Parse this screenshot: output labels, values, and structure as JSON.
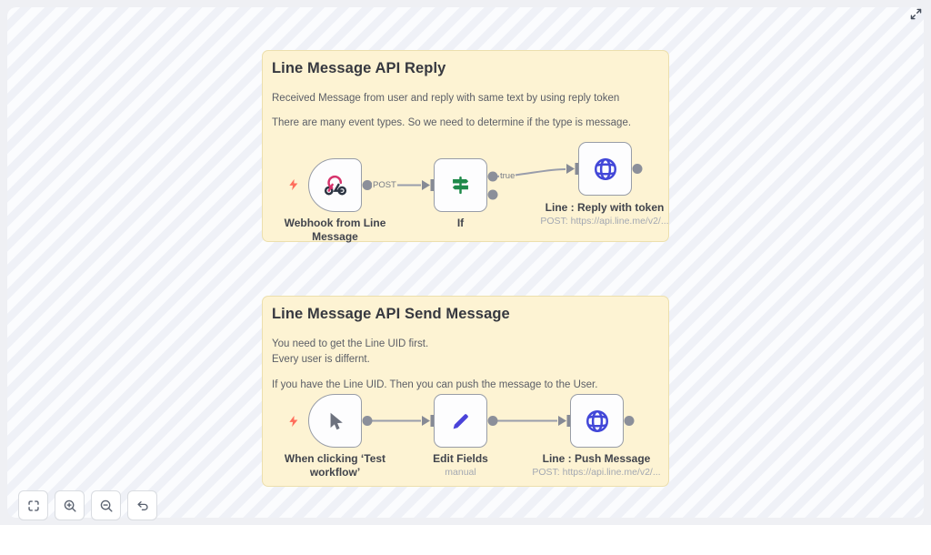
{
  "stickies": [
    {
      "title": "Line Message API Reply",
      "p1": "Received Message from user and reply with same text by using reply token",
      "p2": "There are many event types. So we need to determine if the type is message."
    },
    {
      "title": "Line Message API Send Message",
      "p1": "You need to get the Line UID first.",
      "p1b": "Every user is differnt.",
      "p2": "If you have the Line UID. Then you can push the message to the User."
    }
  ],
  "nodes": [
    {
      "id": "webhook",
      "name": "Webhook from Line Message",
      "output_label": "POST"
    },
    {
      "id": "if",
      "name": "If",
      "output_label": "true"
    },
    {
      "id": "http-reply",
      "name": "Line : Reply with token",
      "subtitle": "POST: https://api.line.me/v2/..."
    },
    {
      "id": "manual-trigger",
      "name": "When clicking ‘Test workflow’"
    },
    {
      "id": "edit-fields",
      "name": "Edit Fields",
      "subtitle": "manual"
    },
    {
      "id": "http-push",
      "name": "Line : Push Message",
      "subtitle": "POST: https://api.line.me/v2/..."
    }
  ],
  "icons": {
    "expand": "diagonal-expand-arrows",
    "fit_view": "corner-brackets",
    "zoom_in": "magnifier-plus",
    "zoom_out": "magnifier-minus",
    "reset": "undo-arrow",
    "webhook": "webhook-logo",
    "if": "signpost",
    "http": "globe",
    "manual_trigger": "mouse-cursor",
    "edit_fields": "pencil",
    "trigger_hint": "lightning-bolt"
  },
  "colors": {
    "sticky_bg": "#fdf3d3",
    "sticky_border": "#ecdfad",
    "canvas_stripe_light": "#fbfcfe",
    "canvas_stripe_dark": "#eff1f7",
    "node_border": "#989da7",
    "connection": "#999dab",
    "lightning": "#ff6d5b",
    "webhook_pink": "#d6336c",
    "webhook_dark": "#2b3442",
    "if_green": "#1f8a4a",
    "http_blue": "#4247d8",
    "pencil_blue": "#4a43d9",
    "cursor_gray": "#6d727e"
  }
}
